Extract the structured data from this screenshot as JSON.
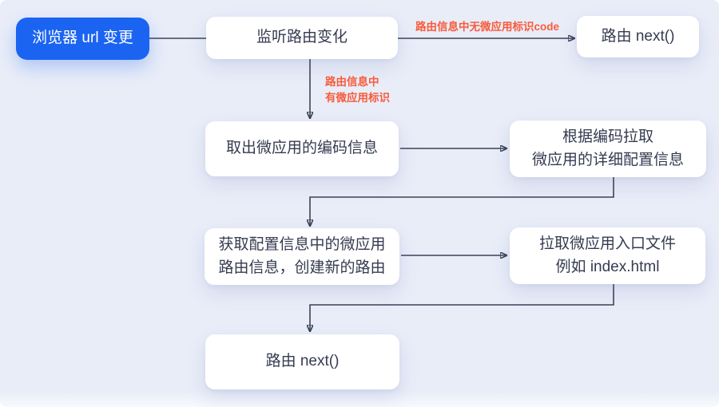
{
  "colors": {
    "background": "#E9EDF8",
    "primary_blue": "#1B64F2",
    "node_text": "#353B50",
    "edge_label_red": "#F85B3C",
    "line": "#3B4357"
  },
  "nodes": {
    "browser_url": {
      "label": "浏览器 url 变更"
    },
    "listen_route": {
      "label": "监听路由变化"
    },
    "route_next_top": {
      "label": "路由 next()"
    },
    "extract_code": {
      "label": "取出微应用的编码信息"
    },
    "fetch_config": {
      "label": "根据编码拉取\n微应用的详细配置信息"
    },
    "create_route": {
      "label": "获取配置信息中的微应用\n路由信息，创建新的路由"
    },
    "fetch_entry": {
      "label": "拉取微应用入口文件\n例如 index.html"
    },
    "route_next_bottom": {
      "label": "路由 next()"
    }
  },
  "edge_labels": {
    "no_micro_app": "路由信息中无微应用标识code",
    "has_micro_app": "路由信息中\n有微应用标识"
  }
}
